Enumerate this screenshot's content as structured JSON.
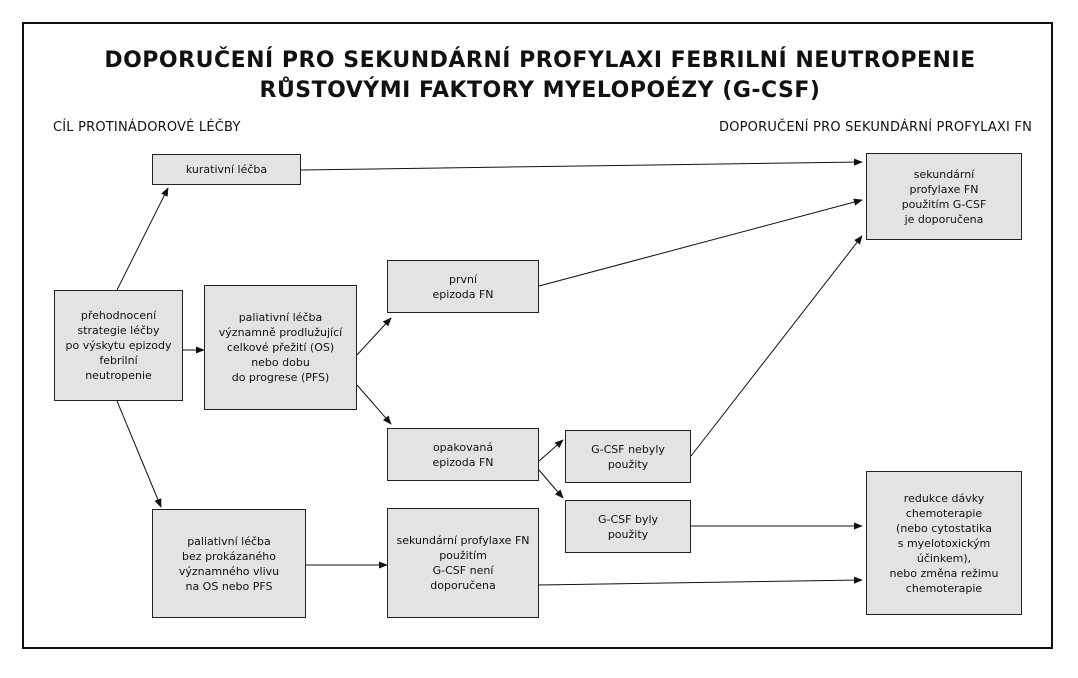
{
  "diagram": {
    "title_line1": "DOPORUČENÍ PRO SEKUNDÁRNÍ PROFYLAXI FEBRILNÍ NEUTROPENIE",
    "title_line2": "RŮSTOVÝMI FAKTORY MYELOPOÉZY (G-CSF)",
    "left_heading": "CÍL PROTINÁDOROVÉ LÉČBY",
    "right_heading": "DOPORUČENÍ PRO SEKUNDÁRNÍ PROFYLAXI FN",
    "nodes": {
      "reassessment": "přehodnocení\nstrategie léčby\npo výskytu epizody\nfebrilní\nneutropenie",
      "curative": "kurativní léčba",
      "palliative_os": "paliativní léčba\nvýznamně prodlužující\ncelkové přežití (OS)\nnebo dobu\ndo progrese (PFS)",
      "palliative_no_effect": "paliativní léčba\nbez prokázaného\nvýznamného vlivu\nna OS nebo PFS",
      "first_episode": "první\nepizoda FN",
      "repeated_episode": "opakovaná\nepizoda FN",
      "gcsf_not_used": "G-CSF nebyly\npoužity",
      "gcsf_used": "G-CSF byly\npoužity",
      "not_recommended": "sekundární profylaxe FN\npoužitím\nG-CSF není\ndoporučena",
      "recommended": "sekundární\nprofylaxe FN\npoužitím G-CSF\nje doporučena",
      "dose_reduction": "redukce dávky\nchemoterapie\n(nebo cytostatika\ns myelotoxickým účinkem),\nnebo změna režimu\nchemoterapie"
    }
  }
}
